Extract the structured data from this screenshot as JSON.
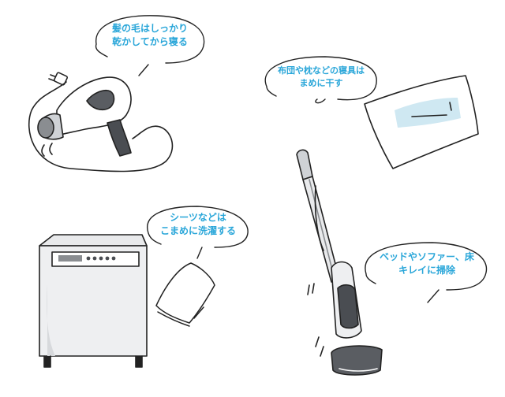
{
  "colors": {
    "caption": "#29a6d9",
    "outline": "#222222",
    "appliance_gray": "#8a8d91",
    "appliance_dark": "#4a4d52",
    "light_fill": "#e9eaec",
    "pillow_blue": "#cfe8f2"
  },
  "items": [
    {
      "icon": "hair-dryer-icon",
      "caption": [
        "髪の毛はしっかり",
        "乾かしてから寝る"
      ]
    },
    {
      "icon": "pillow-icon",
      "caption": [
        "布団や枕などの寝具は",
        "まめに干す"
      ]
    },
    {
      "icon": "washing-machine-icon",
      "caption": [
        "シーツなどは",
        "こまめに洗濯する"
      ]
    },
    {
      "icon": "vacuum-cleaner-icon",
      "caption": [
        "ベッドやソファー、床",
        "キレイに掃除"
      ]
    }
  ]
}
